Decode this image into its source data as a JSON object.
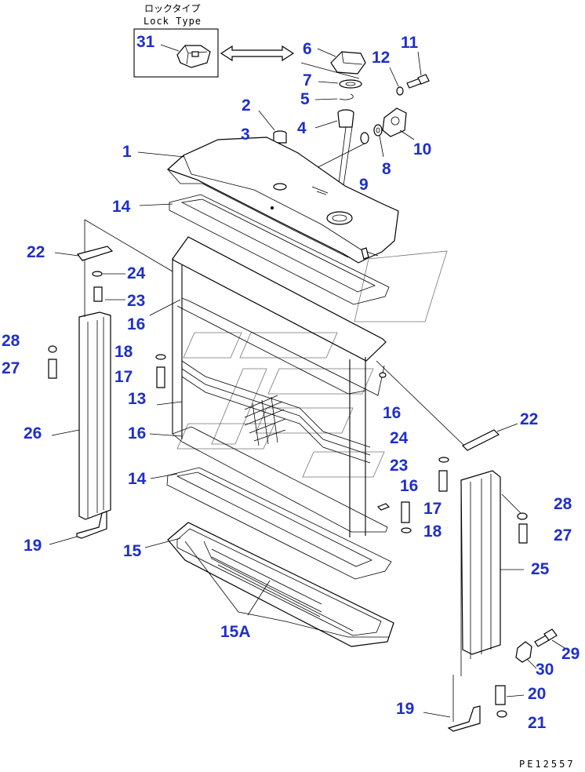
{
  "inset": {
    "title_ja": "ロックタイプ",
    "title_en": "Lock Type",
    "part_number": "31"
  },
  "drawing_code": "PE12557",
  "callouts": [
    {
      "id": "31",
      "label": "31"
    },
    {
      "id": "6",
      "label": "6"
    },
    {
      "id": "11",
      "label": "11"
    },
    {
      "id": "12",
      "label": "12"
    },
    {
      "id": "7",
      "label": "7"
    },
    {
      "id": "5",
      "label": "5"
    },
    {
      "id": "2",
      "label": "2"
    },
    {
      "id": "4",
      "label": "4"
    },
    {
      "id": "3",
      "label": "3"
    },
    {
      "id": "1",
      "label": "1"
    },
    {
      "id": "10",
      "label": "10"
    },
    {
      "id": "8",
      "label": "8"
    },
    {
      "id": "9",
      "label": "9"
    },
    {
      "id": "14a",
      "label": "14"
    },
    {
      "id": "22a",
      "label": "22"
    },
    {
      "id": "24a",
      "label": "24"
    },
    {
      "id": "23a",
      "label": "23"
    },
    {
      "id": "16a",
      "label": "16"
    },
    {
      "id": "28a",
      "label": "28"
    },
    {
      "id": "18a",
      "label": "18"
    },
    {
      "id": "27a",
      "label": "27"
    },
    {
      "id": "17a",
      "label": "17"
    },
    {
      "id": "13",
      "label": "13"
    },
    {
      "id": "16b",
      "label": "16"
    },
    {
      "id": "26",
      "label": "26"
    },
    {
      "id": "16c",
      "label": "16"
    },
    {
      "id": "22b",
      "label": "22"
    },
    {
      "id": "24b",
      "label": "24"
    },
    {
      "id": "14b",
      "label": "14"
    },
    {
      "id": "23b",
      "label": "23"
    },
    {
      "id": "16d",
      "label": "16"
    },
    {
      "id": "17b",
      "label": "17"
    },
    {
      "id": "18b",
      "label": "18"
    },
    {
      "id": "19a",
      "label": "19"
    },
    {
      "id": "15",
      "label": "15"
    },
    {
      "id": "28b",
      "label": "28"
    },
    {
      "id": "27b",
      "label": "27"
    },
    {
      "id": "25",
      "label": "25"
    },
    {
      "id": "15A",
      "label": "15A"
    },
    {
      "id": "29",
      "label": "29"
    },
    {
      "id": "30",
      "label": "30"
    },
    {
      "id": "20",
      "label": "20"
    },
    {
      "id": "19b",
      "label": "19"
    },
    {
      "id": "21",
      "label": "21"
    }
  ]
}
